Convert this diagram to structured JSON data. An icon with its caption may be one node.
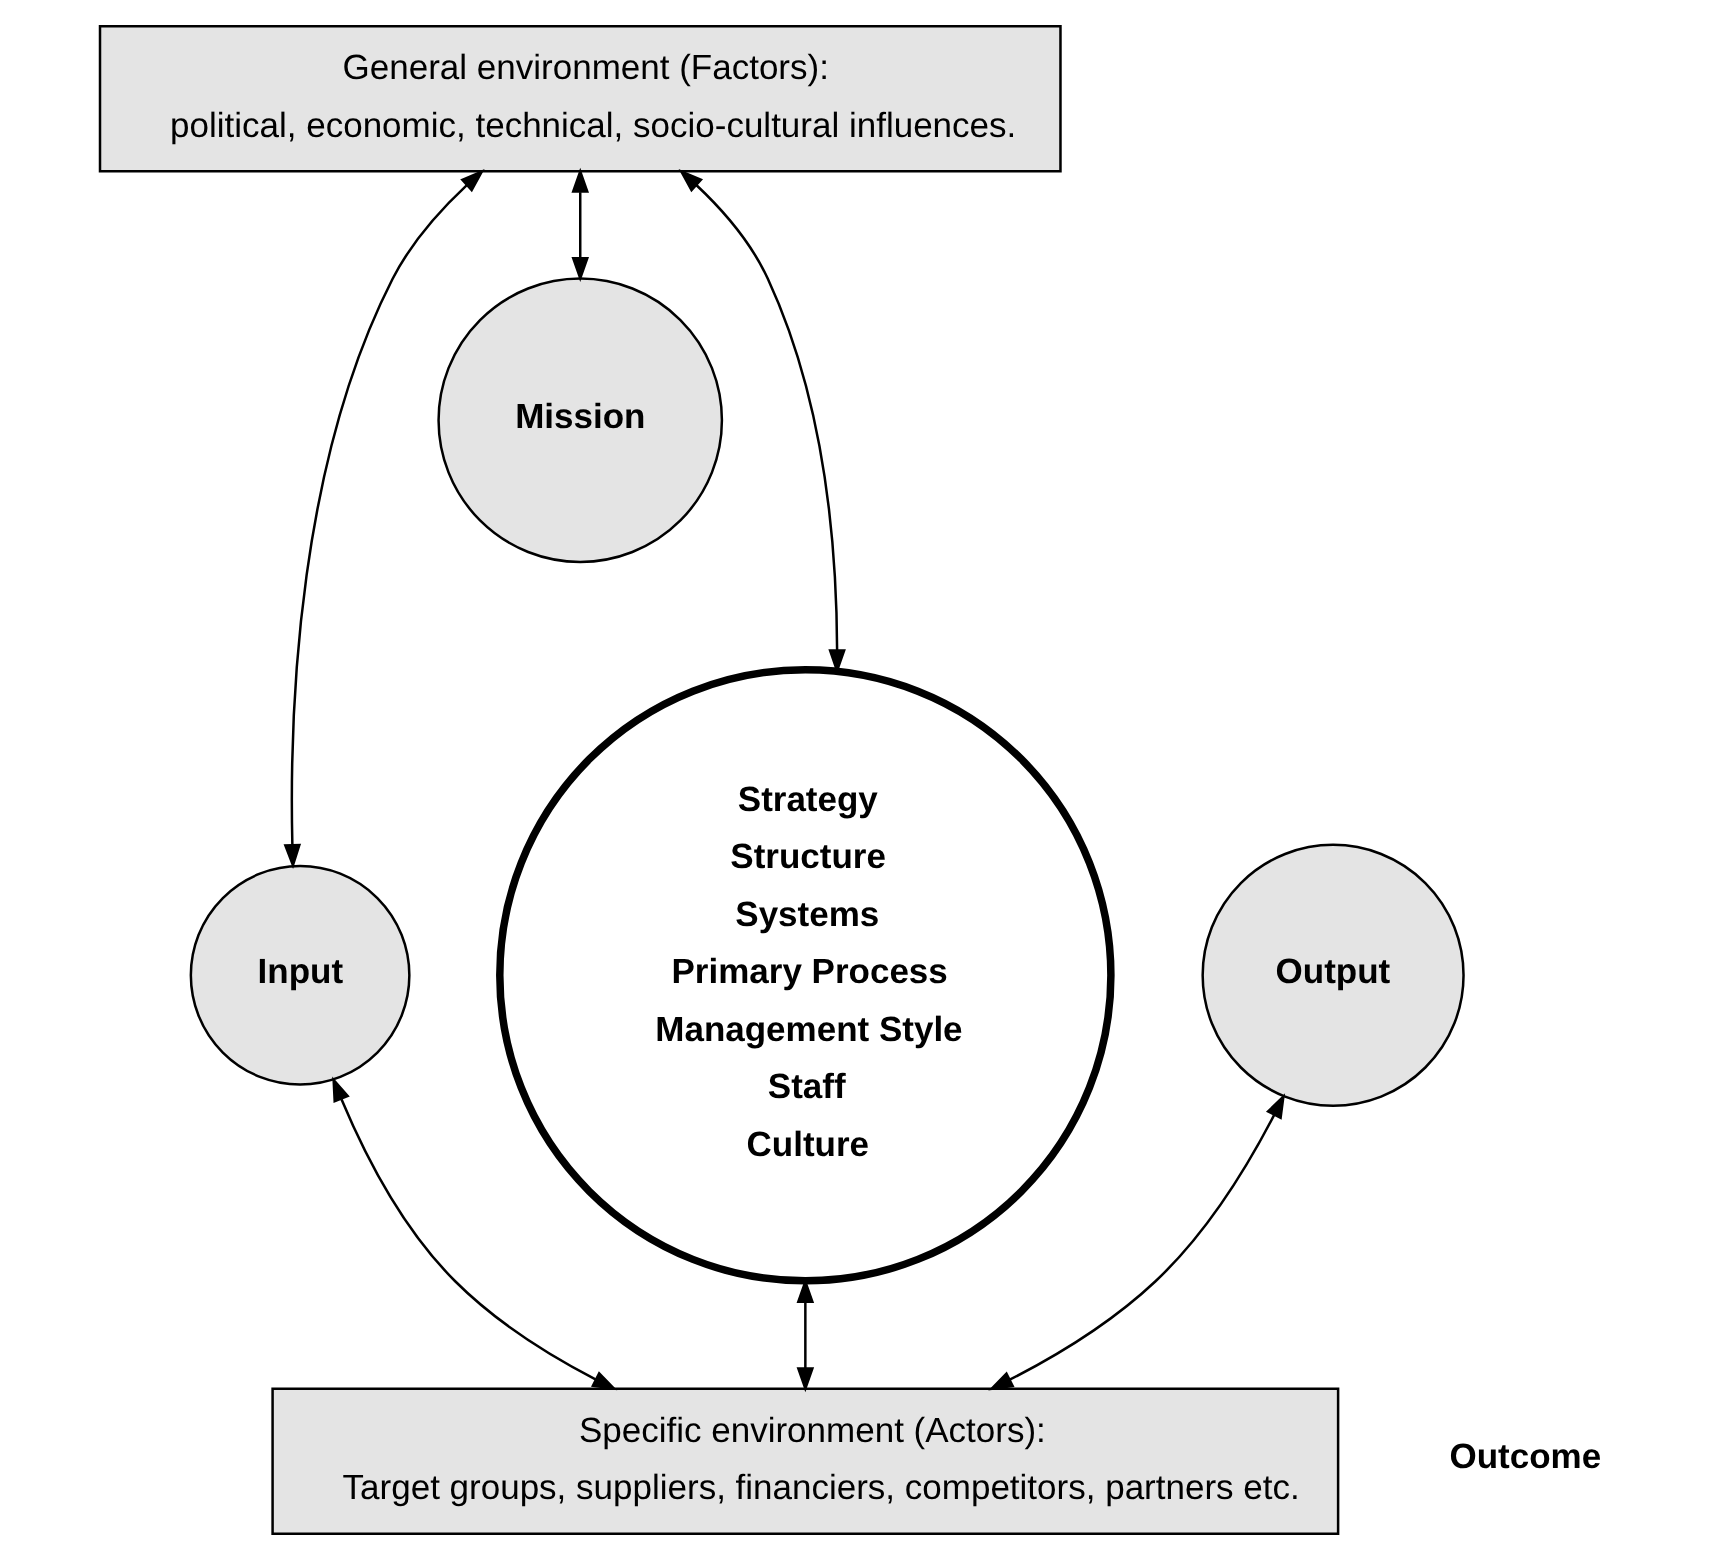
{
  "diagram": {
    "nodes": [
      {
        "text": [
          "General environment (Factors):",
          "political, economic, technical, socio-cultural influences."
        ]
      },
      {
        "text": [
          "Mission"
        ]
      },
      {
        "text": [
          "Input"
        ]
      },
      {
        "text": [
          "Strategy",
          "Structure",
          "Systems",
          "Primary Process",
          "Management Style",
          "Staff",
          "Culture"
        ]
      },
      {
        "text": [
          "Output"
        ]
      },
      {
        "text": [
          "Specific environment (Actors):",
          "Target groups, suppliers, financiers, competitors, partners etc."
        ]
      }
    ],
    "edges": [
      {
        "from": 0,
        "to": 2,
        "arrow": "both"
      },
      {
        "from": 0,
        "to": 1,
        "arrow": "both"
      },
      {
        "from": 0,
        "to": 3,
        "arrow": "both"
      },
      {
        "from": 2,
        "to": 5,
        "arrow": "both"
      },
      {
        "from": 3,
        "to": 5,
        "arrow": "both"
      },
      {
        "from": 4,
        "to": 5,
        "arrow": "both"
      }
    ],
    "labels": [
      "Outcome"
    ]
  }
}
